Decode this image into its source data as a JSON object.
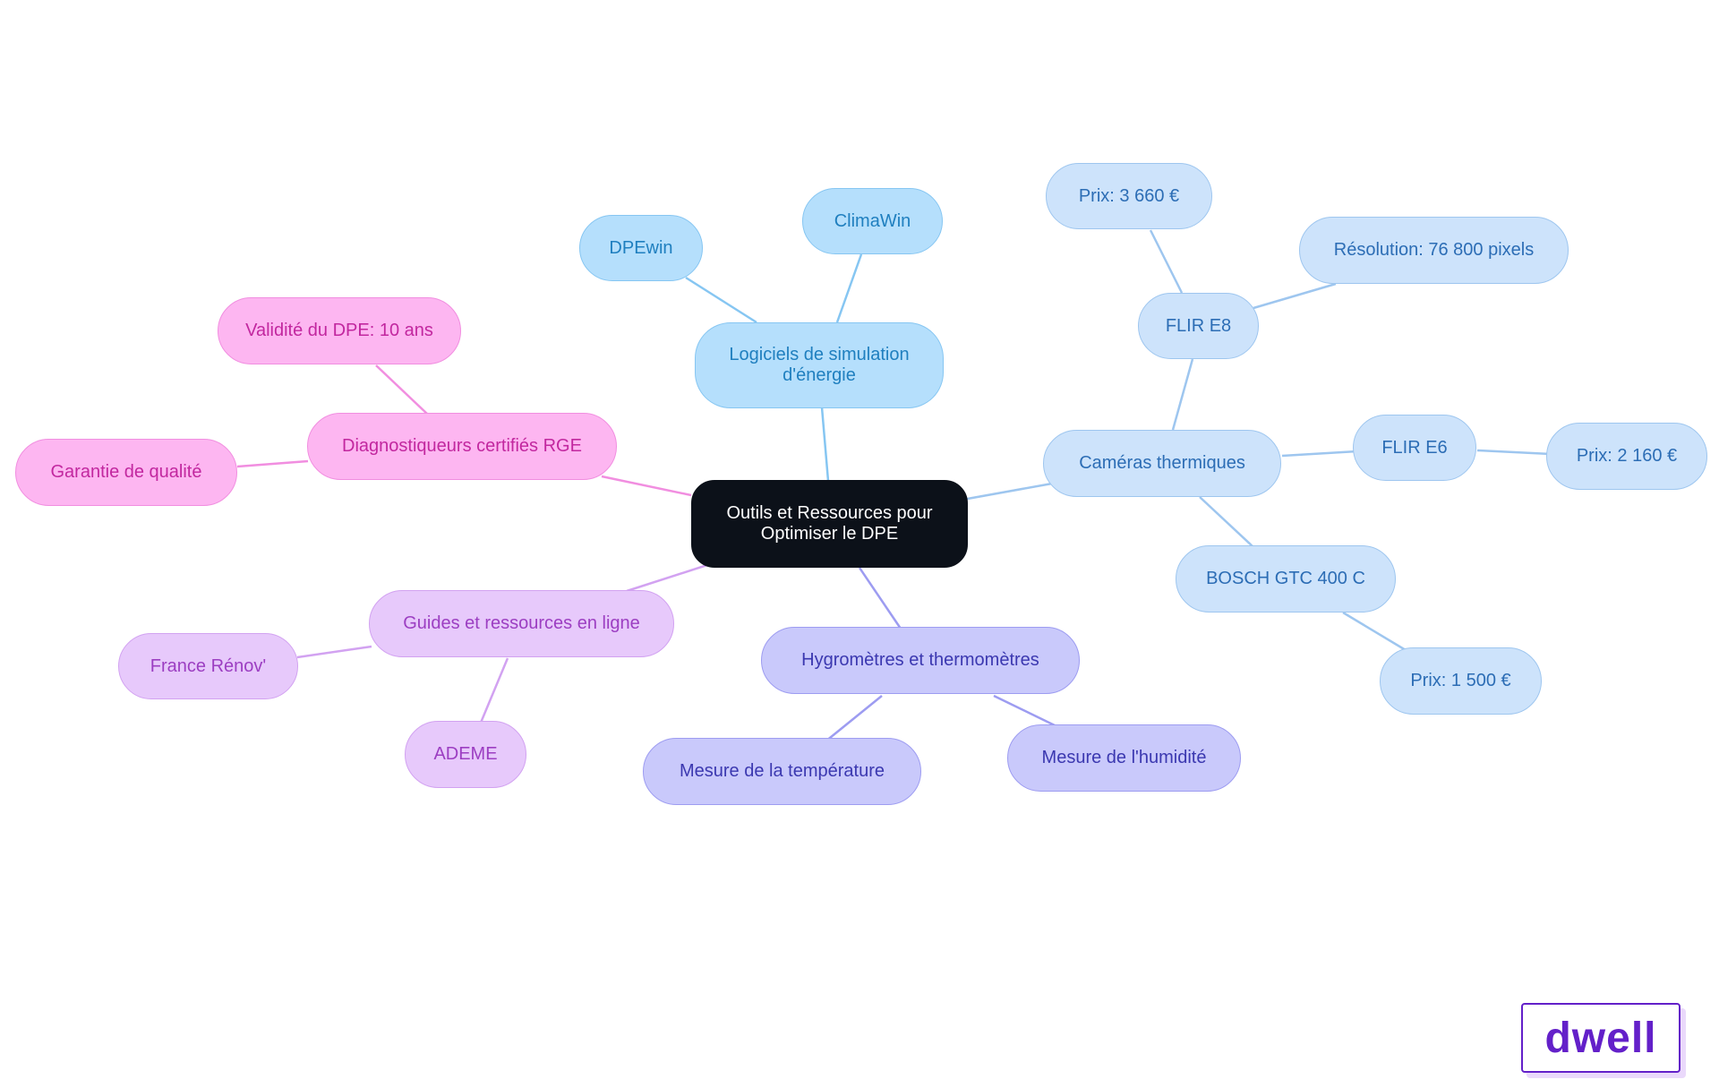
{
  "root": {
    "line1": "Outils et Ressources pour",
    "line2": "Optimiser le DPE"
  },
  "simulation": {
    "line1": "Logiciels de simulation",
    "line2": "d'énergie",
    "children": [
      "DPEwin",
      "ClimaWin"
    ]
  },
  "cameras": {
    "label": "Caméras thermiques",
    "flir_e8": {
      "label": "FLIR E8",
      "price": "Prix: 3 660 €",
      "resolution": "Résolution: 76 800 pixels"
    },
    "flir_e6": {
      "label": "FLIR E6",
      "price": "Prix: 2 160 €"
    },
    "bosch": {
      "label": "BOSCH GTC 400 C",
      "price": "Prix: 1 500 €"
    }
  },
  "hygrometres": {
    "label": "Hygromètres et thermomètres",
    "children": [
      "Mesure de la température",
      "Mesure de l'humidité"
    ]
  },
  "guides": {
    "label": "Guides et ressources en ligne",
    "children": [
      "France Rénov'",
      "ADEME"
    ]
  },
  "diagnostiqueurs": {
    "label": "Diagnostiqueurs certifiés RGE",
    "children": [
      "Validité du DPE: 10 ans",
      "Garantie de qualité"
    ]
  },
  "branch_colors": {
    "root": "#0c1119",
    "simulation": "#86c6f2",
    "cameras": "#9ec6ef",
    "hygrometres": "#9d9cf1",
    "guides": "#d2a2f1",
    "diagnostiqueurs": "#f18ee0"
  },
  "logo": {
    "text": "dwell",
    "color": "#6320c9"
  }
}
